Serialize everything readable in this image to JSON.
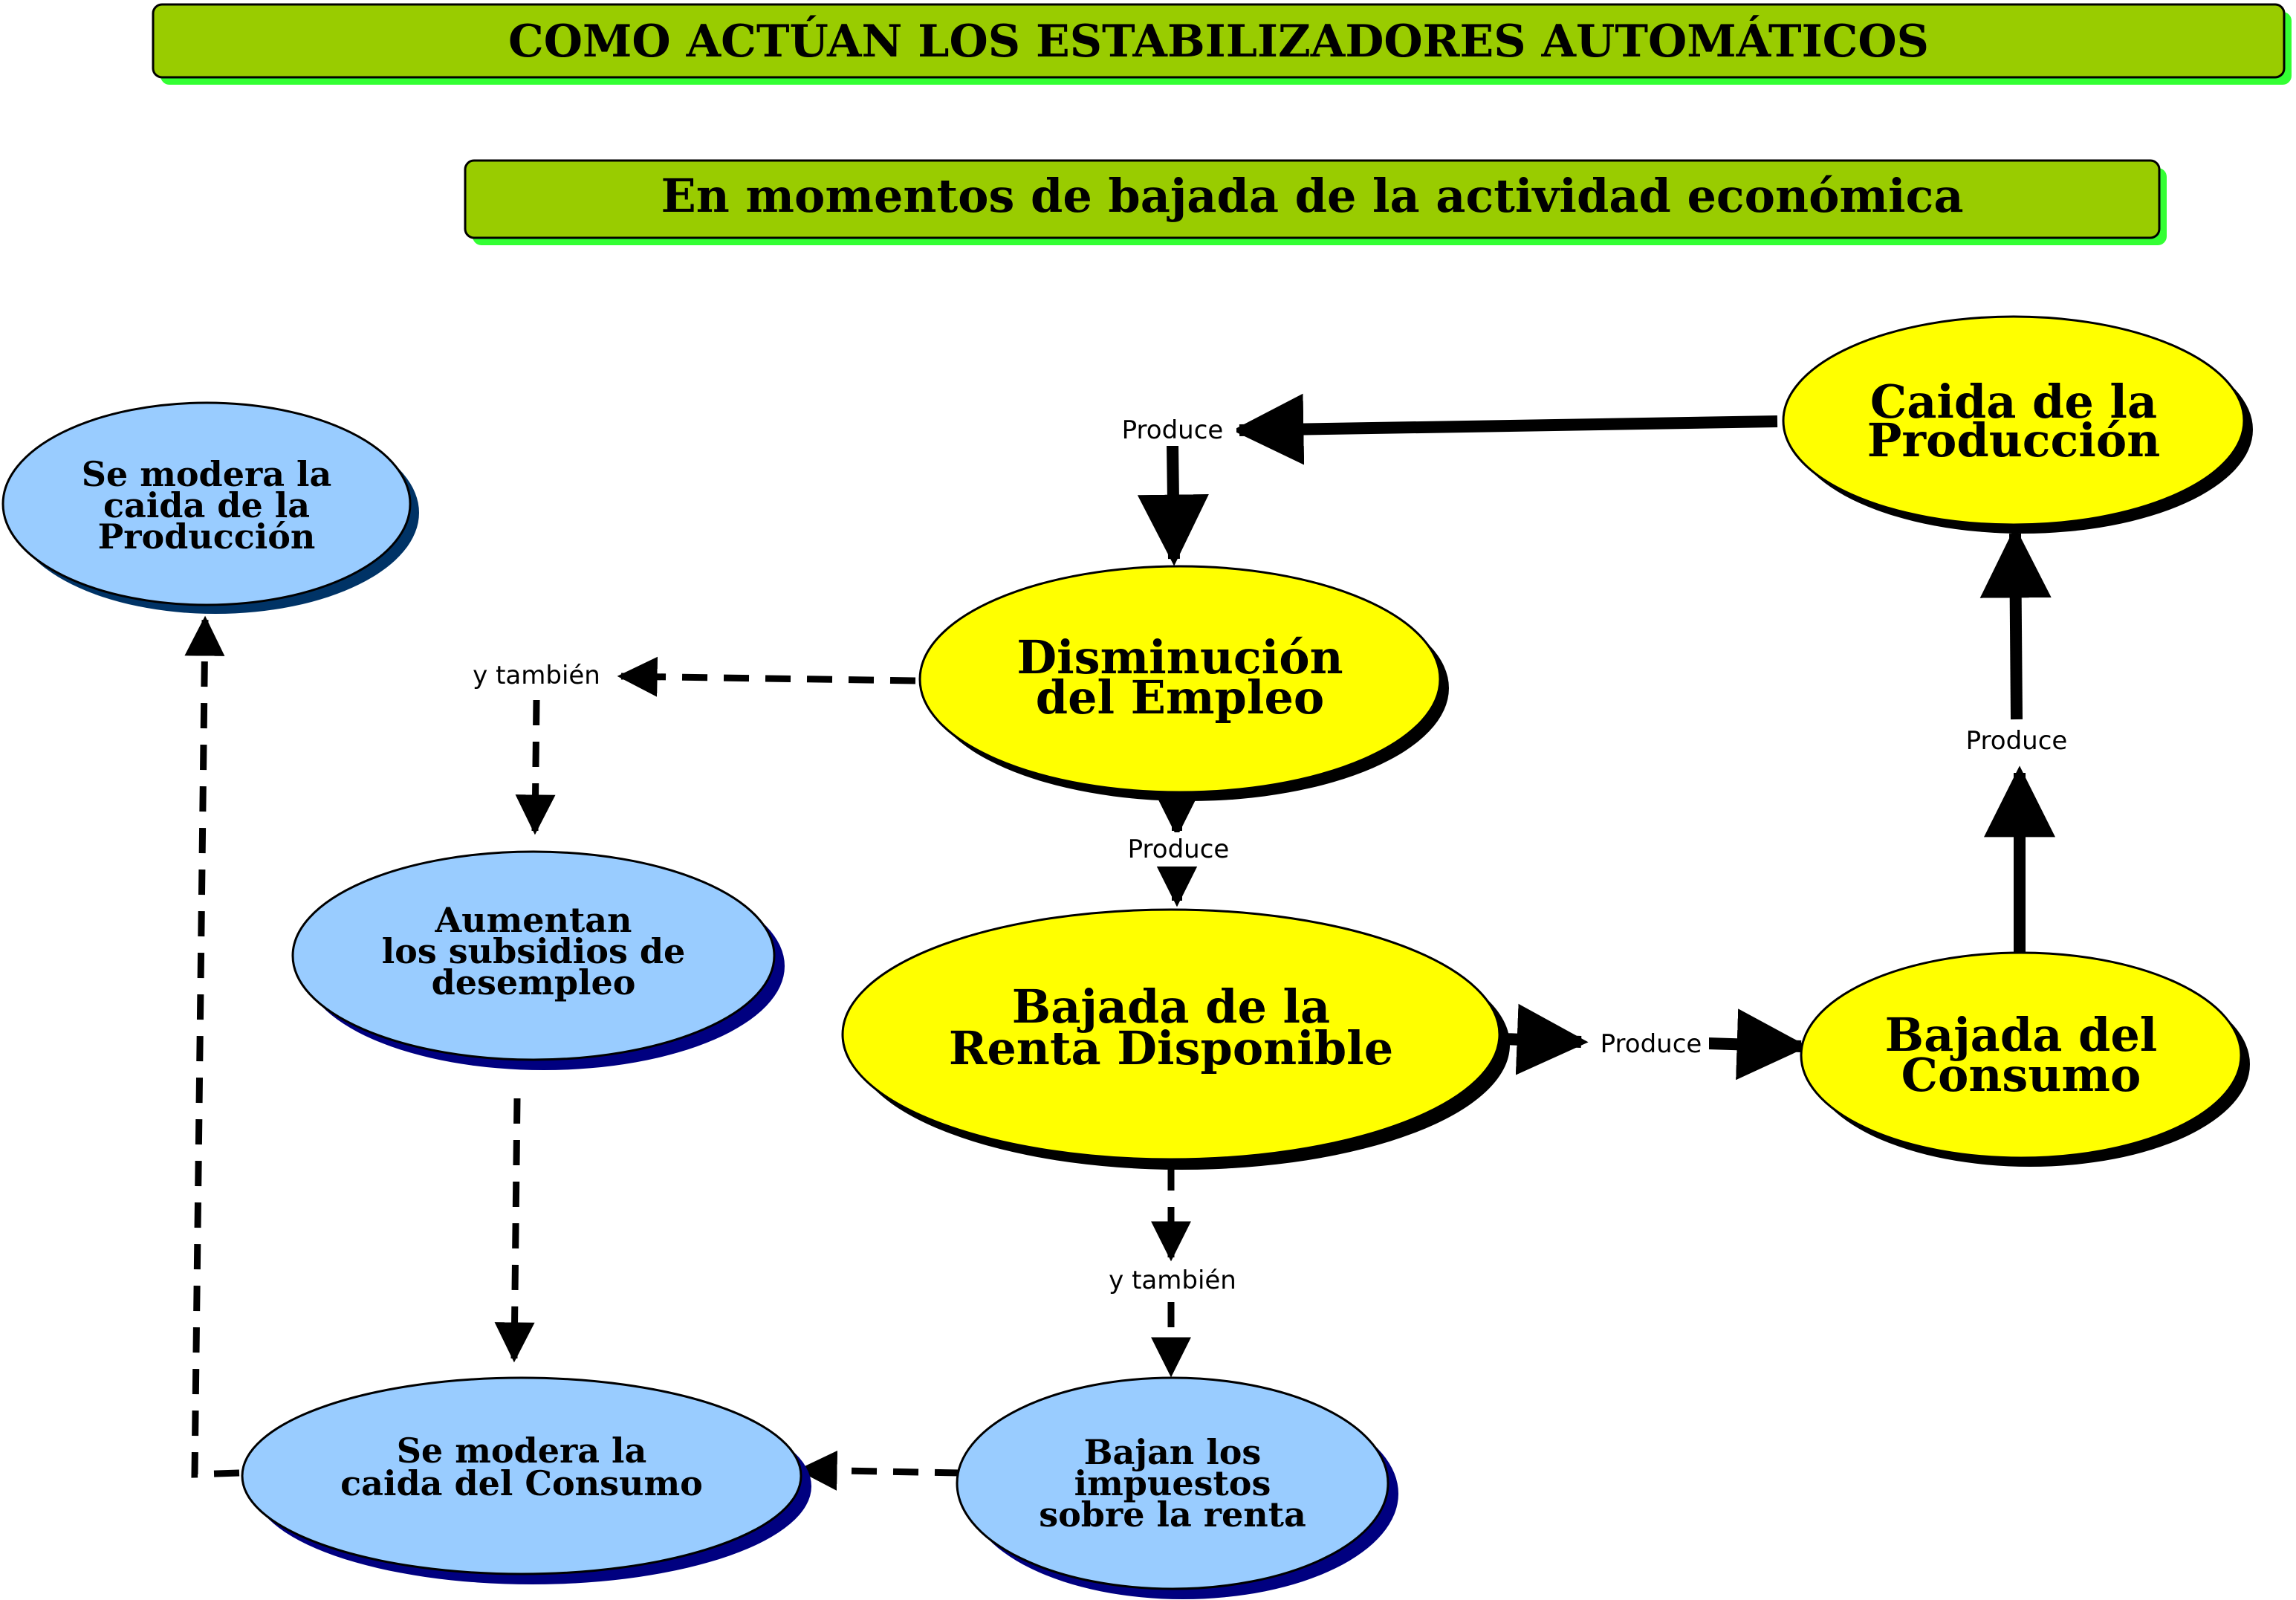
{
  "title": "COMO ACTÚAN LOS ESTABILIZADORES AUTOMÁTICOS",
  "subtitle": "En momentos de bajada de la actividad económica",
  "colors": {
    "banner_fill": "#99cc00",
    "banner_shadow": "#33ff33",
    "yellow_node": "#ffff00",
    "blue_node": "#99ccff",
    "blue_shadow": "#000080",
    "dark_blue_shadow": "#003366"
  },
  "nodes": {
    "caida_produccion": {
      "line1": "Caida de la",
      "line2": "Producción"
    },
    "disminucion_empleo": {
      "line1": "Disminución",
      "line2": "del Empleo"
    },
    "bajada_renta": {
      "line1": "Bajada de la",
      "line2": "Renta Disponible"
    },
    "bajada_consumo": {
      "line1": "Bajada del",
      "line2": "Consumo"
    },
    "modera_produccion": {
      "line1": "Se modera la",
      "line2": "caida de la",
      "line3": "Producción"
    },
    "aumentan_subsidios": {
      "line1": "Aumentan",
      "line2": "los subsidios de",
      "line3": "desempleo"
    },
    "modera_consumo": {
      "line1": "Se modera la",
      "line2": "caida del Consumo"
    },
    "bajan_impuestos": {
      "line1": "Bajan los",
      "line2": "impuestos",
      "line3": "sobre la renta"
    }
  },
  "edge_labels": {
    "produce_top": "Produce",
    "produce_empleo": "Produce",
    "produce_right": "Produce",
    "produce_renta": "Produce",
    "tambien_left": "y también",
    "tambien_bottom": "y también"
  }
}
